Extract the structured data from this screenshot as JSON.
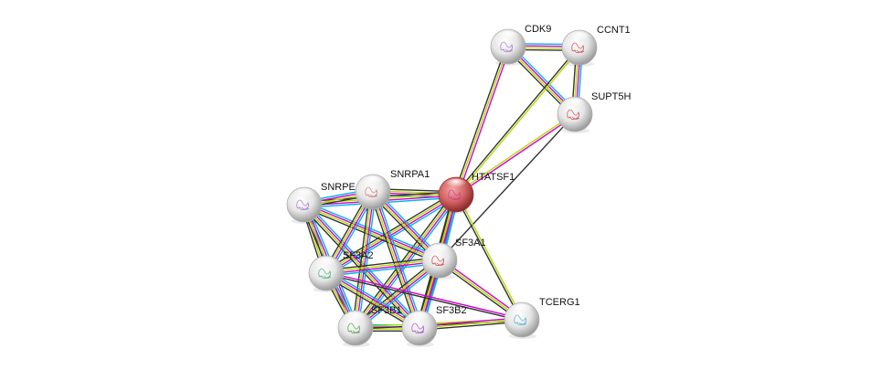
{
  "title": "STRING protein interaction network",
  "colors": {
    "experimental": "#d200d2",
    "database": "#00b4e6",
    "textmining": "#b4dc00",
    "coexpression": "#333333",
    "query_node": "#d25a5a",
    "node": "#e8e8e8"
  },
  "nodes": [
    {
      "id": "CDK9",
      "label": "CDK9",
      "query": false,
      "structure_color": "#9966cc"
    },
    {
      "id": "CCNT1",
      "label": "CCNT1",
      "query": false,
      "structure_color": "#cc3333"
    },
    {
      "id": "SUPT5H",
      "label": "SUPT5H",
      "query": false,
      "structure_color": "#cc3333"
    },
    {
      "id": "HTATSF1",
      "label": "HTATSF1",
      "query": true,
      "structure_color": "#cc3399"
    },
    {
      "id": "SNRPE",
      "label": "SNRPE",
      "query": false,
      "structure_color": "#9966cc"
    },
    {
      "id": "SNRPA1",
      "label": "SNRPA1",
      "query": false,
      "structure_color": "#cc6666"
    },
    {
      "id": "SF3A1",
      "label": "SF3A1",
      "query": false,
      "structure_color": "#cc3333"
    },
    {
      "id": "SF3A2",
      "label": "SF3A2",
      "query": false,
      "structure_color": "#33aa66"
    },
    {
      "id": "SF3B1",
      "label": "SF3B1",
      "query": false,
      "structure_color": "#339933"
    },
    {
      "id": "SF3B2",
      "label": "SF3B2",
      "query": false,
      "structure_color": "#9933cc"
    },
    {
      "id": "TCERG1",
      "label": "TCERG1",
      "query": false,
      "structure_color": "#33aacc"
    }
  ],
  "edges": [
    {
      "source": "CDK9",
      "target": "CCNT1",
      "evidence": [
        "database",
        "textmining",
        "experimental",
        "coexpression"
      ]
    },
    {
      "source": "CDK9",
      "target": "SUPT5H",
      "evidence": [
        "database",
        "experimental",
        "coexpression",
        "textmining"
      ]
    },
    {
      "source": "CDK9",
      "target": "HTATSF1",
      "evidence": [
        "experimental",
        "textmining",
        "coexpression"
      ]
    },
    {
      "source": "CCNT1",
      "target": "SUPT5H",
      "evidence": [
        "database",
        "experimental",
        "textmining",
        "coexpression"
      ]
    },
    {
      "source": "CCNT1",
      "target": "HTATSF1",
      "evidence": [
        "textmining",
        "coexpression"
      ]
    },
    {
      "source": "SUPT5H",
      "target": "HTATSF1",
      "evidence": [
        "experimental",
        "textmining"
      ]
    },
    {
      "source": "SUPT5H",
      "target": "SF3A1",
      "evidence": [
        "coexpression"
      ]
    },
    {
      "source": "HTATSF1",
      "target": "SNRPA1",
      "evidence": [
        "database",
        "experimental",
        "textmining",
        "coexpression"
      ]
    },
    {
      "source": "HTATSF1",
      "target": "SNRPE",
      "evidence": [
        "database",
        "experimental",
        "textmining",
        "coexpression"
      ]
    },
    {
      "source": "HTATSF1",
      "target": "SF3A1",
      "evidence": [
        "database",
        "experimental",
        "textmining",
        "coexpression"
      ]
    },
    {
      "source": "HTATSF1",
      "target": "SF3A2",
      "evidence": [
        "database",
        "experimental",
        "textmining",
        "coexpression"
      ]
    },
    {
      "source": "HTATSF1",
      "target": "SF3B1",
      "evidence": [
        "database",
        "experimental",
        "textmining",
        "coexpression"
      ]
    },
    {
      "source": "HTATSF1",
      "target": "SF3B2",
      "evidence": [
        "database",
        "experimental",
        "textmining",
        "coexpression"
      ]
    },
    {
      "source": "HTATSF1",
      "target": "TCERG1",
      "evidence": [
        "textmining",
        "coexpression"
      ]
    },
    {
      "source": "SNRPE",
      "target": "SNRPA1",
      "evidence": [
        "database",
        "experimental",
        "textmining",
        "coexpression"
      ]
    },
    {
      "source": "SNRPE",
      "target": "SF3A1",
      "evidence": [
        "database",
        "experimental",
        "textmining",
        "coexpression"
      ]
    },
    {
      "source": "SNRPE",
      "target": "SF3A2",
      "evidence": [
        "database",
        "experimental",
        "textmining",
        "coexpression"
      ]
    },
    {
      "source": "SNRPE",
      "target": "SF3B1",
      "evidence": [
        "database",
        "experimental",
        "textmining",
        "coexpression"
      ]
    },
    {
      "source": "SNRPE",
      "target": "SF3B2",
      "evidence": [
        "database",
        "experimental",
        "textmining",
        "coexpression"
      ]
    },
    {
      "source": "SNRPA1",
      "target": "SF3A1",
      "evidence": [
        "database",
        "experimental",
        "textmining",
        "coexpression"
      ]
    },
    {
      "source": "SNRPA1",
      "target": "SF3A2",
      "evidence": [
        "database",
        "experimental",
        "textmining",
        "coexpression"
      ]
    },
    {
      "source": "SNRPA1",
      "target": "SF3B1",
      "evidence": [
        "database",
        "experimental",
        "textmining",
        "coexpression"
      ]
    },
    {
      "source": "SNRPA1",
      "target": "SF3B2",
      "evidence": [
        "database",
        "experimental",
        "textmining",
        "coexpression"
      ]
    },
    {
      "source": "SF3A1",
      "target": "SF3A2",
      "evidence": [
        "database",
        "experimental",
        "textmining",
        "coexpression"
      ]
    },
    {
      "source": "SF3A1",
      "target": "SF3B1",
      "evidence": [
        "database",
        "experimental",
        "textmining",
        "coexpression"
      ]
    },
    {
      "source": "SF3A1",
      "target": "SF3B2",
      "evidence": [
        "database",
        "experimental",
        "textmining",
        "coexpression"
      ]
    },
    {
      "source": "SF3A1",
      "target": "TCERG1",
      "evidence": [
        "experimental",
        "textmining",
        "coexpression"
      ]
    },
    {
      "source": "SF3A2",
      "target": "SF3B1",
      "evidence": [
        "database",
        "experimental",
        "textmining",
        "coexpression"
      ]
    },
    {
      "source": "SF3A2",
      "target": "SF3B2",
      "evidence": [
        "database",
        "experimental",
        "textmining",
        "coexpression"
      ]
    },
    {
      "source": "SF3A2",
      "target": "TCERG1",
      "evidence": [
        "experimental",
        "coexpression"
      ]
    },
    {
      "source": "SF3B1",
      "target": "SF3B2",
      "evidence": [
        "database",
        "experimental",
        "textmining",
        "coexpression"
      ]
    },
    {
      "source": "SF3B1",
      "target": "TCERG1",
      "evidence": [
        "coexpression",
        "textmining"
      ]
    },
    {
      "source": "SF3B2",
      "target": "TCERG1",
      "evidence": [
        "experimental",
        "textmining",
        "coexpression"
      ]
    }
  ]
}
